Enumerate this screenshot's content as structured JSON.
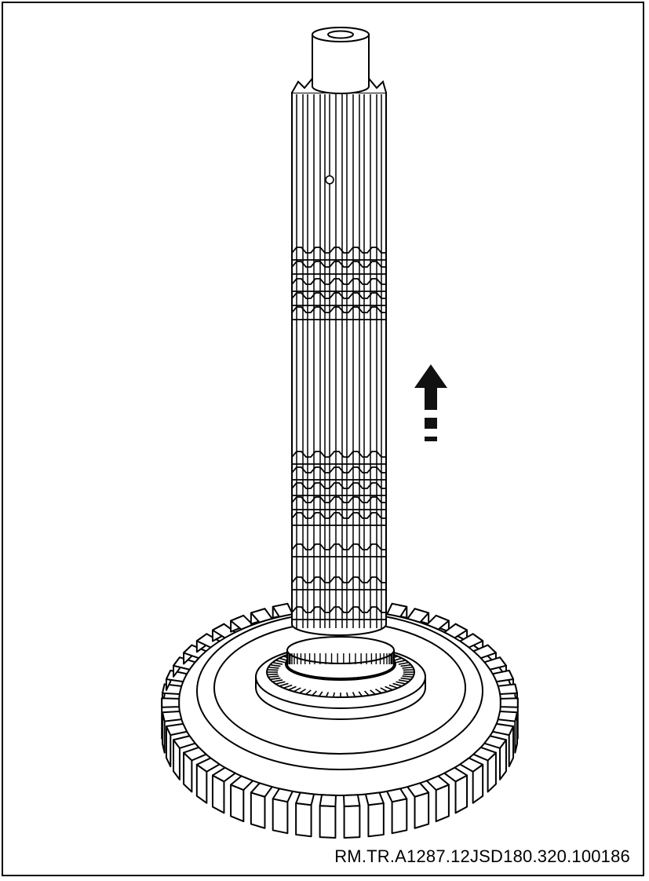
{
  "figure": {
    "reference_code": "RM.TR.A1287.12JSD180.320.100186",
    "arrow_direction": "up",
    "line_color": "#000000",
    "background_color": "#ffffff",
    "components": [
      {
        "name": "shaft-end-tube"
      },
      {
        "name": "splined-mainshaft"
      },
      {
        "name": "synchronizer-ring"
      },
      {
        "name": "bottom-gear"
      }
    ]
  }
}
